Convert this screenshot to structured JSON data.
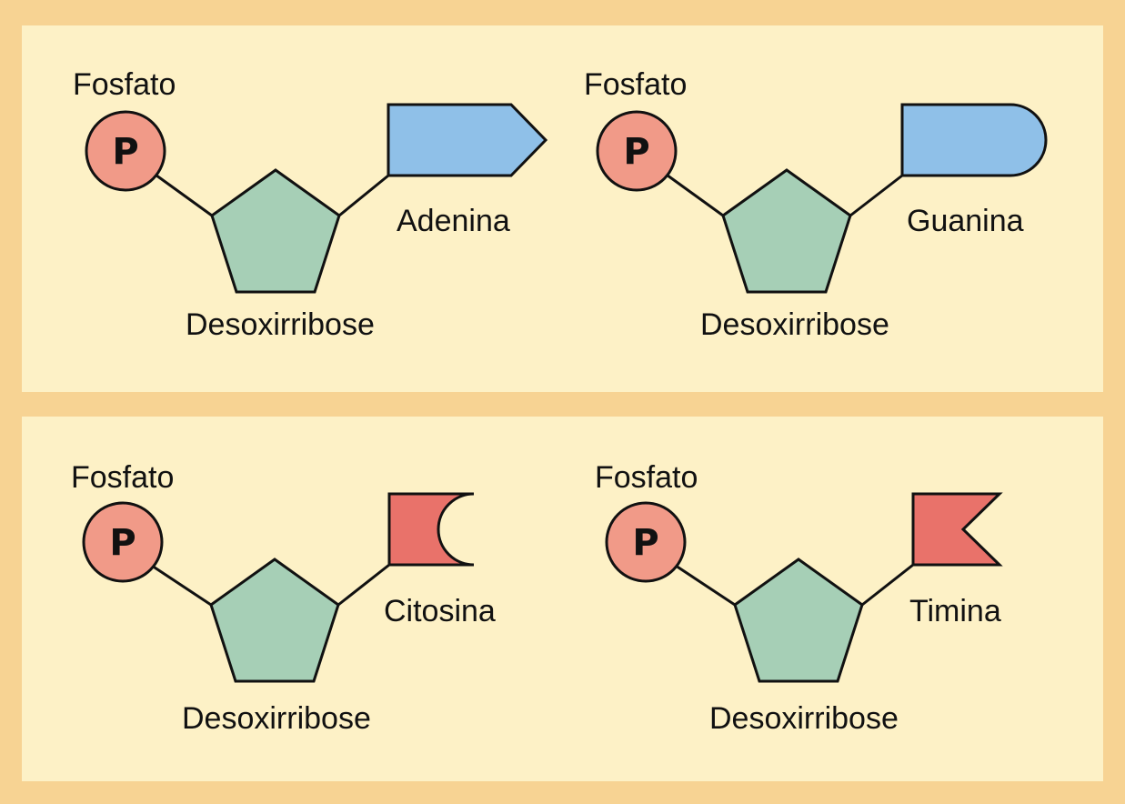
{
  "colors": {
    "border": "#f7d393",
    "panel": "#fdf1c6",
    "phosphate": "#f19a88",
    "sugar": "#a6cfb6",
    "purine": "#8fc0e8",
    "pyrimidine": "#e9726a",
    "line": "#111111"
  },
  "panels": [
    {
      "nucleotides": [
        {
          "phosphate_label": "Fosfato",
          "phosphate_symbol": "P",
          "sugar_label": "Desoxirribose",
          "base_label": "Adenina",
          "base_shape": "arrow",
          "base_color": "#8fc0e8"
        },
        {
          "phosphate_label": "Fosfato",
          "phosphate_symbol": "P",
          "sugar_label": "Desoxirribose",
          "base_label": "Guanina",
          "base_shape": "rounded",
          "base_color": "#8fc0e8"
        }
      ]
    },
    {
      "nucleotides": [
        {
          "phosphate_label": "Fosfato",
          "phosphate_symbol": "P",
          "sugar_label": "Desoxirribose",
          "base_label": "Citosina",
          "base_shape": "concave-arc",
          "base_color": "#e9726a"
        },
        {
          "phosphate_label": "Fosfato",
          "phosphate_symbol": "P",
          "sugar_label": "Desoxirribose",
          "base_label": "Timina",
          "base_shape": "notch",
          "base_color": "#e9726a"
        }
      ]
    }
  ]
}
